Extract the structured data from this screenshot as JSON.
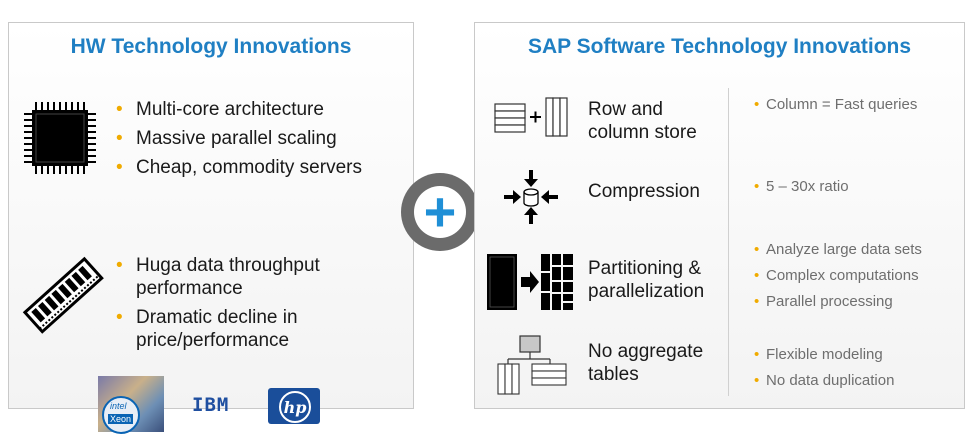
{
  "left_panel": {
    "title": "HW Technology Innovations",
    "group1": [
      "Multi-core architecture",
      "Massive parallel scaling",
      "Cheap, commodity servers"
    ],
    "group2": [
      "Huga data throughput performance",
      "Dramatic decline in price/performance"
    ],
    "logos": {
      "ibm": "IBM",
      "intel": "intel",
      "xeon": "Xeon",
      "hp": "hp"
    }
  },
  "plus_symbol": "+",
  "right_panel": {
    "title": "SAP Software Technology Innovations",
    "rows": [
      {
        "label": "Row and column store",
        "notes": [
          "Column = Fast queries"
        ]
      },
      {
        "label": "Compression",
        "notes": [
          "5 – 30x ratio"
        ]
      },
      {
        "label": "Partitioning & parallelization",
        "notes": [
          "Analyze large data sets",
          "Complex computations",
          "Parallel processing"
        ]
      },
      {
        "label": "No aggregate tables",
        "notes": [
          "Flexible modeling",
          "No data duplication"
        ]
      }
    ]
  },
  "colors": {
    "title_blue": "#1f7fc3",
    "bullet_orange": "#f0ab00",
    "note_gray": "#6e6e6e",
    "plus_blue": "#1f8fd6"
  },
  "icons": [
    "cpu-chip-icon",
    "memory-module-icon",
    "row-column-store-icon",
    "compression-icon",
    "partitioning-icon",
    "aggregate-tables-icon"
  ]
}
